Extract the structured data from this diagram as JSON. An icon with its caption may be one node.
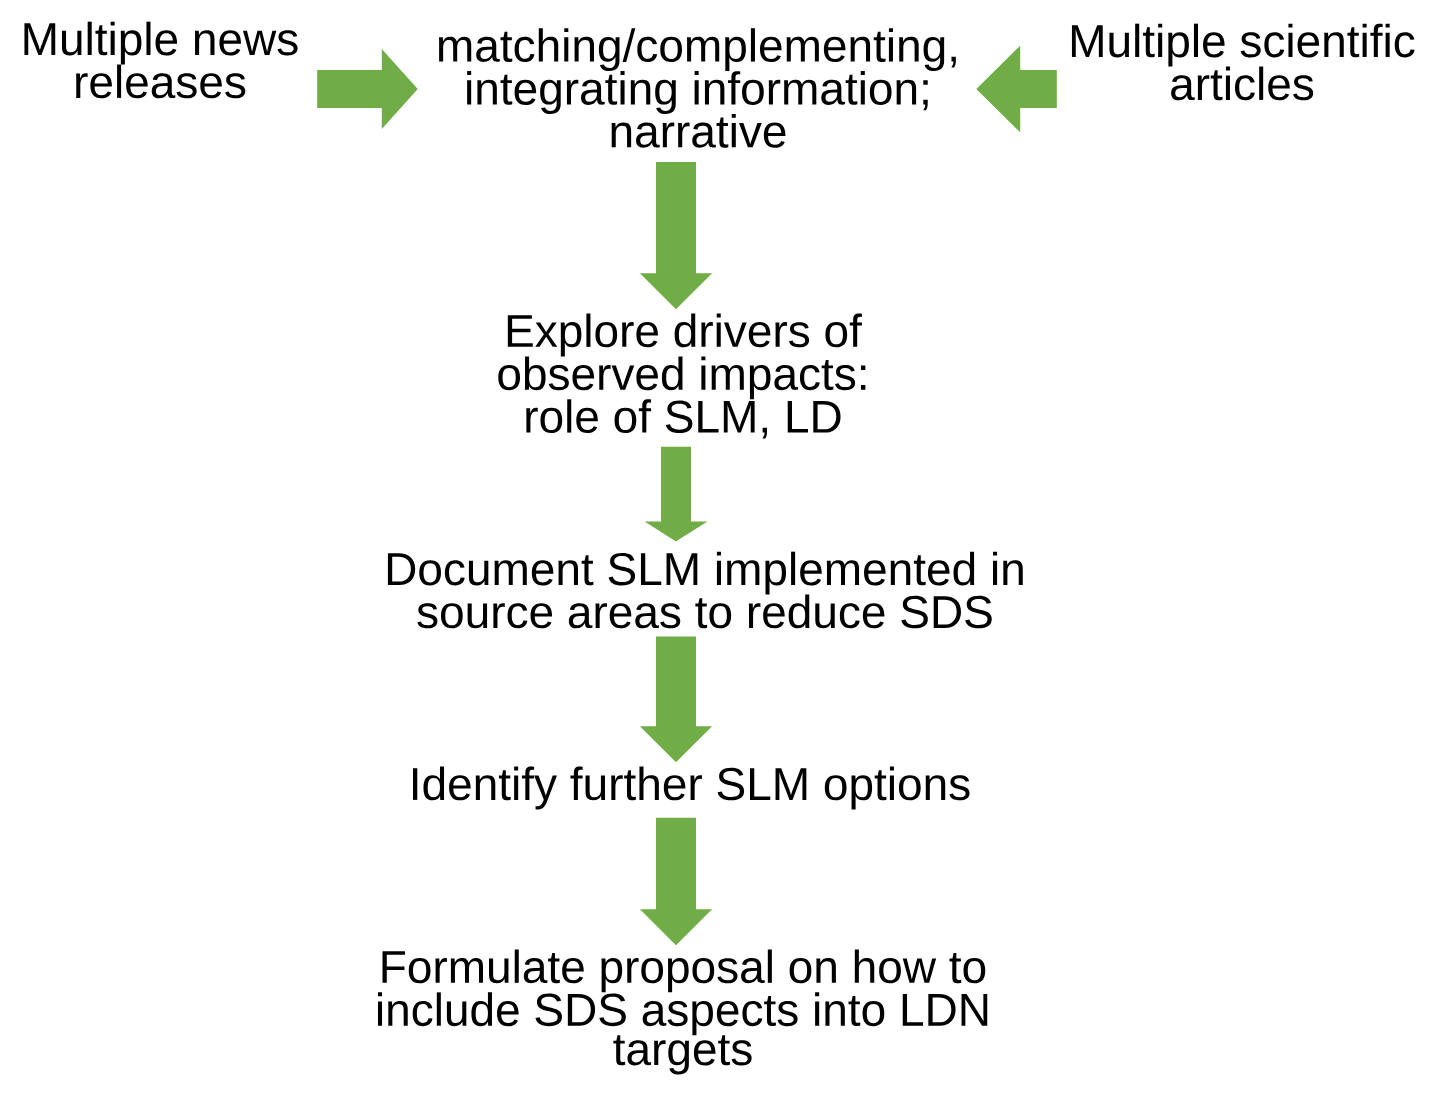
{
  "diagram": {
    "nodes": [
      {
        "text": [
          "Multiple news releases"
        ]
      },
      {
        "text": [
          "matching/complementing, integrating information; narrative"
        ]
      },
      {
        "text": [
          "Multiple scientific articles"
        ]
      },
      {
        "text": [
          "Explore drivers of observed impacts: role of SLM, LD"
        ]
      },
      {
        "text": [
          "Document SLM implemented in source areas to reduce SDS"
        ]
      },
      {
        "text": [
          "Identify further SLM options"
        ]
      },
      {
        "text": [
          "Formulate proposal on how to include SDS aspects into LDN targets"
        ]
      }
    ],
    "edges": [
      {
        "from": 0,
        "to": 1,
        "arrow": "to",
        "color": "#70ad47"
      },
      {
        "from": 2,
        "to": 1,
        "arrow": "to",
        "color": "#70ad47"
      },
      {
        "from": 1,
        "to": 3,
        "arrow": "to",
        "color": "#70ad47"
      },
      {
        "from": 3,
        "to": 4,
        "arrow": "to",
        "color": "#70ad47"
      },
      {
        "from": 4,
        "to": 5,
        "arrow": "to",
        "color": "#70ad47"
      },
      {
        "from": 5,
        "to": 6,
        "arrow": "to",
        "color": "#70ad47"
      }
    ]
  }
}
